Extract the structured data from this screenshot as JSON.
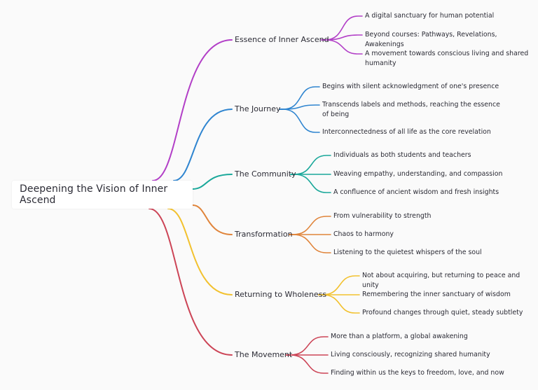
{
  "root": {
    "label": "Deepening the Vision of Inner Ascend"
  },
  "colors": {
    "purple": "#b23fc7",
    "blue": "#2f85d0",
    "teal": "#1aa89a",
    "orange": "#e0843a",
    "yellow": "#f2c12e",
    "red": "#cc4456"
  },
  "branches": [
    {
      "label": "Essence of Inner Ascend",
      "color": "purple",
      "leaves": [
        "A digital sanctuary for human potential",
        "Beyond courses: Pathways, Revelations, Awakenings",
        "A movement towards conscious living and shared humanity"
      ]
    },
    {
      "label": "The Journey",
      "color": "blue",
      "leaves": [
        "Begins with silent acknowledgment of one's presence",
        "Transcends labels and methods, reaching the essence of being",
        "Interconnectedness of all life as the core revelation"
      ]
    },
    {
      "label": "The Community",
      "color": "teal",
      "leaves": [
        "Individuals as both students and teachers",
        "Weaving empathy, understanding, and compassion",
        "A confluence of ancient wisdom and fresh insights"
      ]
    },
    {
      "label": "Transformation",
      "color": "orange",
      "leaves": [
        "From vulnerability to strength",
        "Chaos to harmony",
        "Listening to the quietest whispers of the soul"
      ]
    },
    {
      "label": "Returning to Wholeness",
      "color": "yellow",
      "leaves": [
        "Not about acquiring, but returning to peace and unity",
        "Remembering the inner sanctuary of wisdom",
        "Profound changes through quiet, steady subtlety"
      ]
    },
    {
      "label": "The Movement",
      "color": "red",
      "leaves": [
        "More than a platform, a global awakening",
        "Living consciously, recognizing shared humanity",
        "Finding within us the keys to freedom, love, and now"
      ]
    }
  ]
}
